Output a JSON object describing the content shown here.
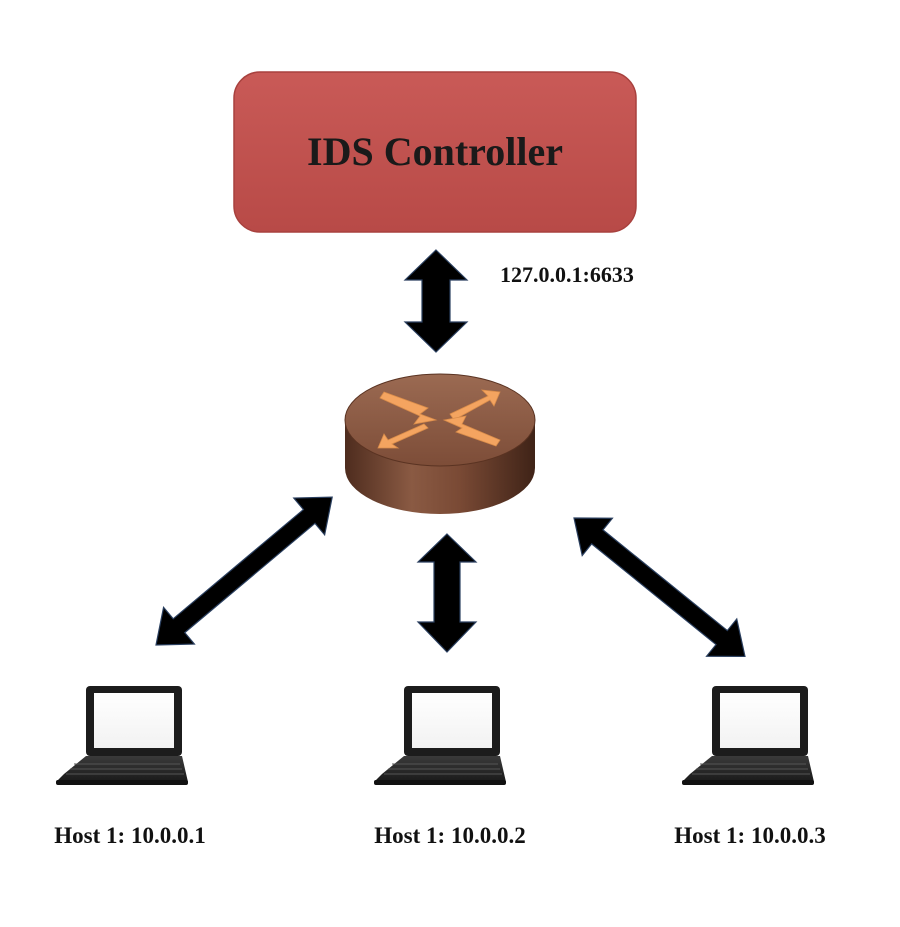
{
  "controller": {
    "label": "IDS Controller",
    "color": "#C0504D"
  },
  "link": {
    "address": "127.0.0.1:6633"
  },
  "switch": {
    "icon": "router-icon",
    "body_color": "#7A4A35",
    "arrow_color": "#F4A460"
  },
  "hosts": [
    {
      "label": "Host 1: 10.0.0.1",
      "icon": "laptop-icon"
    },
    {
      "label": "Host 1: 10.0.0.2",
      "icon": "laptop-icon"
    },
    {
      "label": "Host 1: 10.0.0.3",
      "icon": "laptop-icon"
    }
  ]
}
